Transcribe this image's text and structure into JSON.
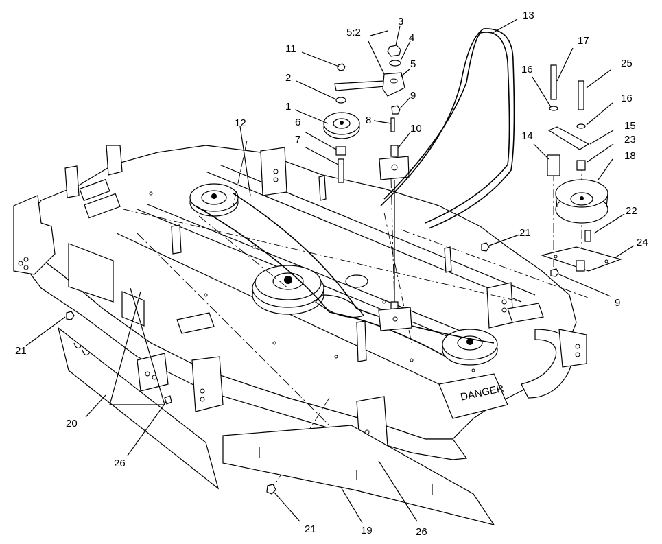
{
  "callouts": {
    "c1": "1",
    "c2": "2",
    "c3": "3",
    "c4": "4",
    "c5": "5",
    "c52": "5:2",
    "c6": "6",
    "c7": "7",
    "c8": "8",
    "c9a": "9",
    "c9b": "9",
    "c10": "10",
    "c11": "11",
    "c12": "12",
    "c13": "13",
    "c14": "14",
    "c15": "15",
    "c16a": "16",
    "c16b": "16",
    "c17": "17",
    "c18": "18",
    "c19": "19",
    "c20": "20",
    "c21a": "21",
    "c21b": "21",
    "c21c": "21",
    "c22": "22",
    "c23": "23",
    "c24": "24",
    "c25": "25",
    "c26a": "26",
    "c26b": "26"
  },
  "decals": {
    "danger": "DANGER"
  }
}
